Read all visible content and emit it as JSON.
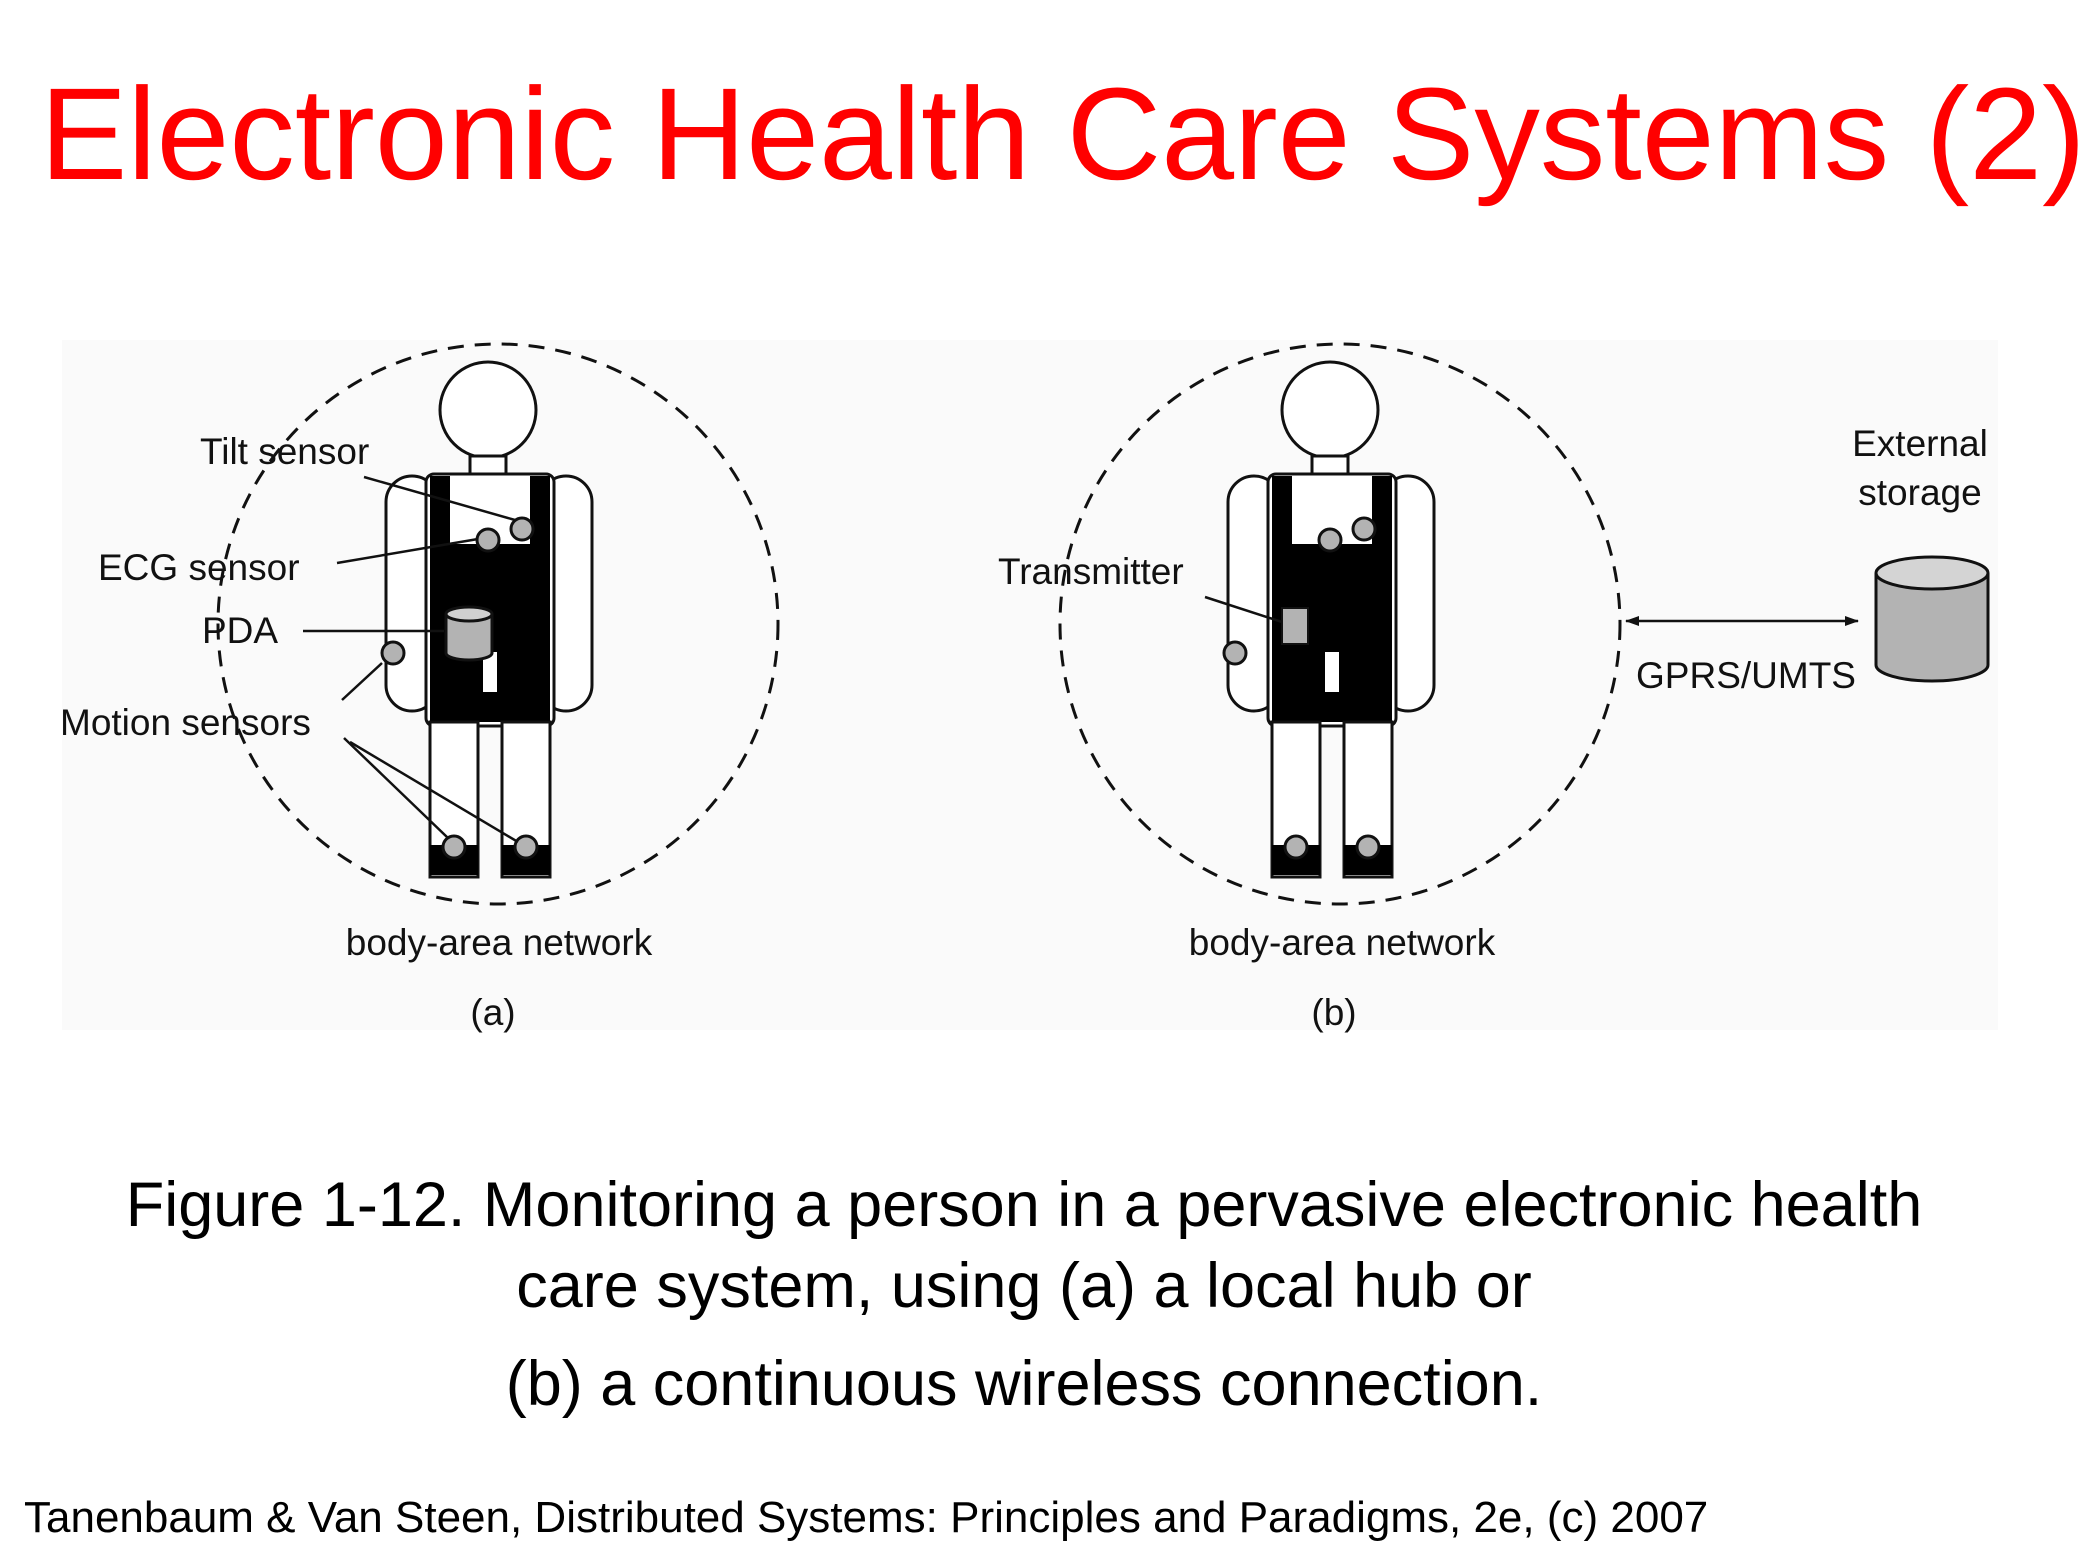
{
  "slide": {
    "title": "Electronic Health Care Systems (2)"
  },
  "figure": {
    "panel_a": {
      "labels": {
        "tilt_sensor": "Tilt sensor",
        "ecg_sensor": "ECG sensor",
        "pda": "PDA",
        "motion_sensors": "Motion sensors"
      },
      "network_label": "body-area network",
      "sublabel": "(a)"
    },
    "panel_b": {
      "labels": {
        "transmitter": "Transmitter",
        "external_storage_line1": "External",
        "external_storage_line2": "storage",
        "link": "GPRS/UMTS"
      },
      "network_label": "body-area network",
      "sublabel": "(b)"
    }
  },
  "caption": {
    "line1": "Figure 1-12. Monitoring a person in a pervasive electronic health",
    "line2": "care system, using (a) a local hub or",
    "line3": "(b) a continuous wireless connection."
  },
  "footer": {
    "citation": "Tanenbaum & Van Steen, Distributed Systems: Principles and Paradigms, 2e, (c) 2007"
  },
  "colors": {
    "title": "#ff0000",
    "device_fill": "#b3b3b3",
    "figure_background": "#fafafa"
  }
}
